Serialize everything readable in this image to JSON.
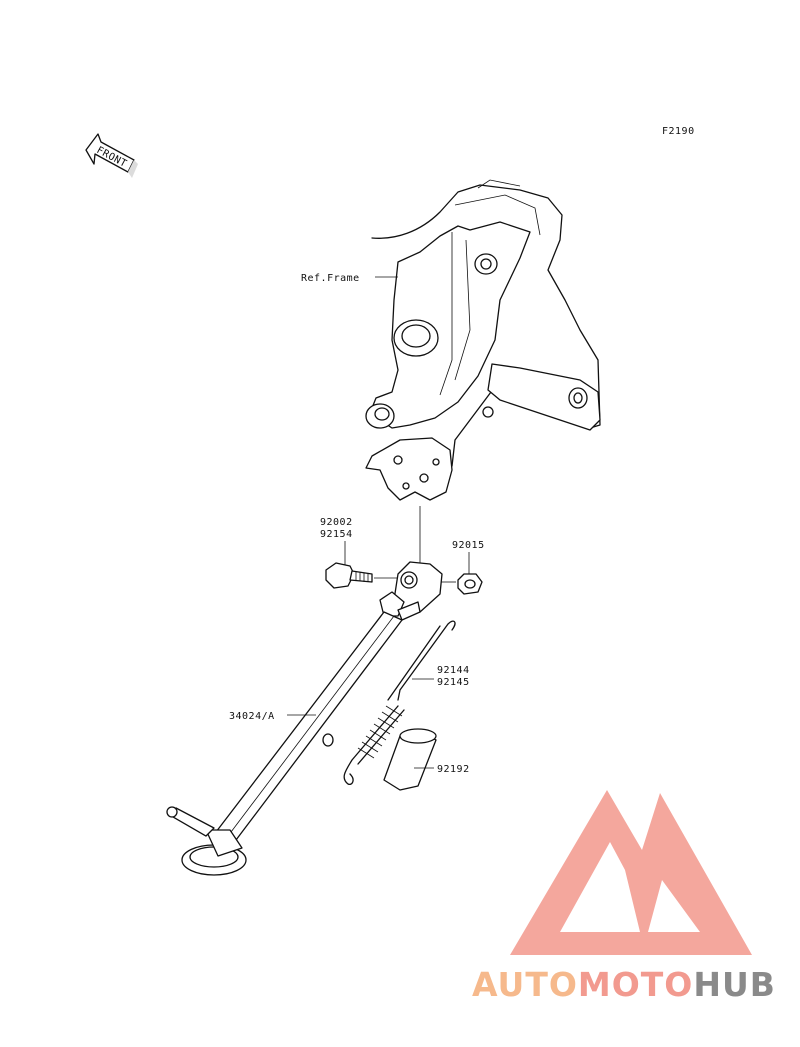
{
  "figure_code": "F2190",
  "front_label": "FRONT",
  "callouts": {
    "ref_frame": "Ref.Frame",
    "bolt_a": "92002",
    "bolt_b": "92154",
    "nut": "92015",
    "spring_a": "92144",
    "spring_b": "92145",
    "stand": "34024/A",
    "sleeve": "92192"
  },
  "watermark": {
    "part1": "AUTO",
    "part2": "MOTO",
    "part3": "HUB",
    "color_auto": "#f6b98c",
    "color_moto": "#f29a8f",
    "color_hub": "#8a8a8a",
    "triangle_color": "#f4a79d"
  }
}
